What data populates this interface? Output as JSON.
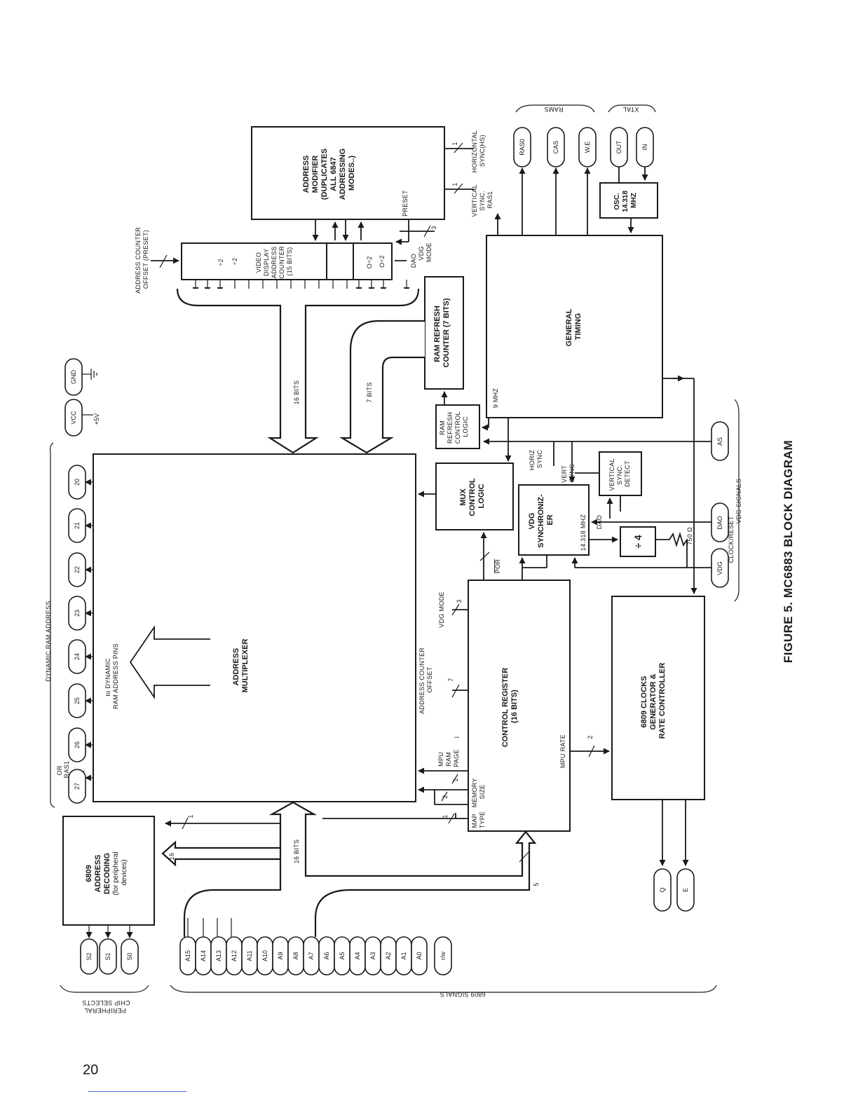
{
  "figure_title": "FIGURE 5. MC6883 BLOCK DIAGRAM",
  "page_number": "20",
  "blocks": {
    "address_multiplexer": [
      "ADDRESS",
      "MULTIPLEXER"
    ],
    "to_dynamic_ram": [
      "to DYNAMIC",
      "RAM ADDRESS PINS"
    ],
    "address_decoding": [
      "6809",
      "ADDRESS",
      "DECODING",
      "(for peripheral",
      "devices)"
    ],
    "control_register": [
      "CONTROL REGISTER",
      "(16 BITS)"
    ],
    "clocks_generator": [
      "6809 CLOCKS",
      "GENERATOR &",
      "RATE CONTROLLER"
    ],
    "mux_control": [
      "MUX",
      "CONTROL",
      "LOGIC"
    ],
    "vdg_synchronizer": [
      "VDG",
      "SYNCHRONIZ-",
      "ER"
    ],
    "vertical_sync_detect": [
      "VERTICAL",
      "SYNC.",
      "DETECT"
    ],
    "general_timing": [
      "GENERAL",
      "TIMING"
    ],
    "ram_refresh_counter": [
      "RAM REFRESH",
      "COUNTER (7 BITS)"
    ],
    "ram_refresh_control": [
      "RAM",
      "REFRESH",
      "CONTROL",
      "LOGIC"
    ],
    "osc": [
      "OSC.",
      "14.318",
      "MHZ"
    ],
    "address_modifier": [
      "ADDRESS",
      "MODIFIER",
      "(DUPLICATES",
      "ALL 6847",
      "ADDRESSING",
      "MODES..)"
    ],
    "video_counter": [
      "VIDEO",
      "DISPLAY",
      "ADDRESS",
      "COUNTER",
      "(15 BITS)"
    ],
    "div_labels": [
      "÷2",
      "÷2"
    ],
    "zero_div_labels": [
      "O÷2",
      "O÷2"
    ],
    "div_four": "÷ 4"
  },
  "pins": {
    "dram": [
      "20",
      "21",
      "22",
      "23",
      "24",
      "25",
      "26",
      "27"
    ],
    "power": [
      "VCC",
      "GND"
    ],
    "chip_selects": [
      "S2",
      "S1",
      "S0"
    ],
    "address": [
      "A15",
      "A14",
      "A13",
      "A12",
      "A11",
      "A10",
      "A9",
      "A8",
      "A7",
      "A6",
      "A5",
      "A4",
      "A3",
      "A2",
      "A1",
      "A0"
    ],
    "rw": "r/w",
    "clocks": [
      "Q",
      "E"
    ],
    "vdg_inputs": [
      "AS",
      "DAO",
      "VDG"
    ],
    "rams": [
      "RAS0",
      "CAS",
      "W.E"
    ],
    "xtal": [
      "OUT",
      "IN"
    ]
  },
  "labels": {
    "dynamic_ram_address": "DYNAMIC RAM ADDRESS",
    "peripheral_chip_selects": [
      "PERIPHERAL",
      "CHIP SELECTS"
    ],
    "signals_6809": "6809 SIGNALS",
    "vdg_signals": "VDG SIGNALS",
    "clock_reset": "CLOCK/RESET",
    "rams": "RAMS",
    "xtal": "XTAL",
    "or_ras1": [
      "OR",
      "RAS1"
    ],
    "bits16": "16 BITS",
    "bits7": "7 BITS",
    "bits16_bottom": "16 BITS",
    "vcc_volts": "+5V",
    "address_counter_preset": [
      "ADDRESS COUNTER",
      "OFFSET (PRESET)"
    ],
    "address_counter_offset": [
      "ADDRESS COUNTER",
      "OFFSET"
    ],
    "vdg_mode": "VDG MODE",
    "vdg_mode_top": [
      "VDG",
      "MODE"
    ],
    "dao": "DAO",
    "preset": "PRESET",
    "vertical_sync": [
      "VERTICAL",
      "SYNC.",
      "RAS1"
    ],
    "horizontal_sync": [
      "HORIZONTAL",
      "SYNC(HS)"
    ],
    "horiz_sync": [
      "HORIZ",
      "SYNC"
    ],
    "vert_sync": [
      "VERT",
      "SYNC"
    ],
    "mhz9": "9 MHZ",
    "mhz14": "14.318 MHZ",
    "ohm750": "750 Ω",
    "por": "POR",
    "mpu_rate": "MPU RATE",
    "mpu_ram_page": [
      "MPU",
      "RAM",
      "PAGE"
    ],
    "memory_size": [
      "MEMORY",
      "SIZE"
    ],
    "map_type": [
      "MAP",
      "TYPE"
    ],
    "counts": {
      "c1": "1",
      "c2": "2",
      "c3": "3",
      "c5": "5",
      "c7": "7",
      "c16": "16",
      "cI": "I"
    }
  }
}
